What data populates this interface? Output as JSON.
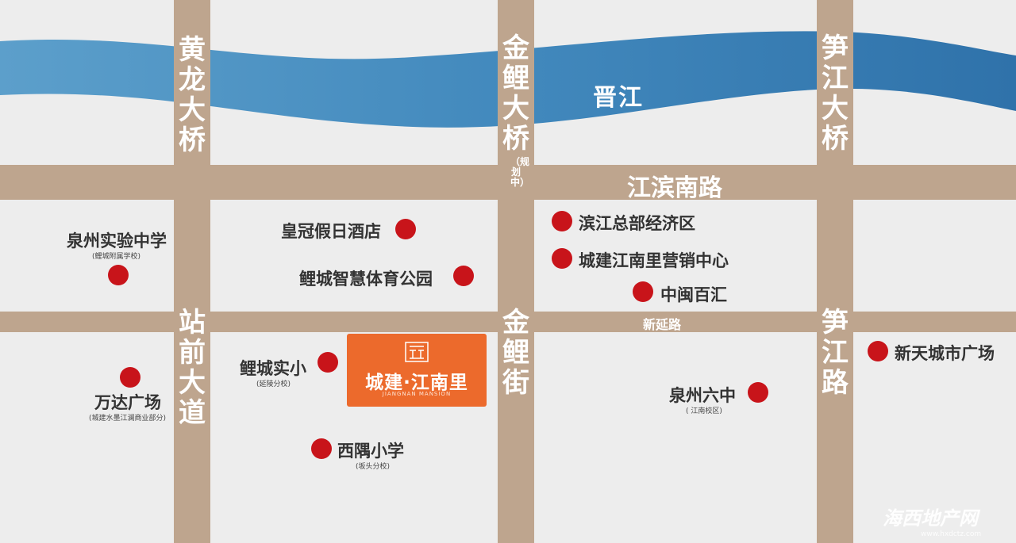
{
  "river": {
    "name": "晋江"
  },
  "roads": {
    "huanglong_bridge": "黄龙大桥",
    "jinli_bridge": "金鲤大桥",
    "jinli_bridge_note": "（规划中）",
    "sunjiang_bridge": "笋江大桥",
    "jiangbin_road": "江滨南路",
    "zhanqian_avenue": "站前大道",
    "xinyan_road": "新延路",
    "jinli_street": "金鲤街",
    "sunjiang_road": "笋江路"
  },
  "pois": {
    "quanzhou_experimental": {
      "name": "泉州实验中学",
      "sub": "(鲤城附属学校)"
    },
    "huangguan_hotel": {
      "name": "皇冠假日酒店"
    },
    "licheng_sports_park": {
      "name": "鲤城智慧体育公园"
    },
    "binjiang_hq": {
      "name": "滨江总部经济区"
    },
    "chengjian_sales": {
      "name": "城建江南里营销中心"
    },
    "zhongmin_baihui": {
      "name": "中闽百汇"
    },
    "licheng_primary": {
      "name": "鲤城实小",
      "sub": "(延陵分校)"
    },
    "wanda_plaza": {
      "name": "万达广场",
      "sub": "(城建水墨江澜商业部分)"
    },
    "xiyu_primary": {
      "name": "西隅小学",
      "sub": "(坂头分校)"
    },
    "quanzhou_no6": {
      "name": "泉州六中",
      "sub": "( 江南校区)"
    },
    "xintiancheng": {
      "name": "新天城市广场"
    }
  },
  "project": {
    "name": "城建·江南里",
    "english": "JIANGNAN MANSION"
  },
  "watermark": {
    "name": "海西地产网",
    "url": "www.hxdctz.com"
  },
  "colors": {
    "road": "#bea58e",
    "river": "#3f86b8",
    "poi": "#c8141a",
    "project": "#ec6a2c",
    "background": "#ededed"
  }
}
